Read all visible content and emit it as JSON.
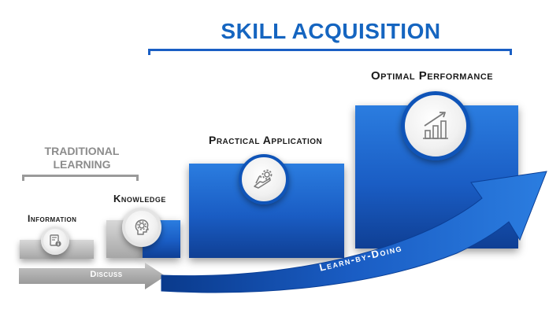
{
  "title": "SKILL ACQUISITION",
  "traditional_learning": {
    "line1": "TRADITIONAL",
    "line2": "LEARNING"
  },
  "steps": [
    {
      "label": "Information",
      "icon": "document-info-icon"
    },
    {
      "label": "Knowledge",
      "icon": "head-gear-icon"
    },
    {
      "label": "Practical Application",
      "icon": "hand-gear-icon"
    },
    {
      "label": "Optimal Performance",
      "icon": "bar-chart-arrow-icon"
    }
  ],
  "arrows": {
    "discuss": "Discuss",
    "learn_by_doing": "Learn-by-Doing"
  },
  "colors": {
    "title_blue": "#1565c0",
    "box_blue": "#1a5dc4",
    "box_gray": "#a6a6a6",
    "icon_gray": "#7a7a7a"
  }
}
